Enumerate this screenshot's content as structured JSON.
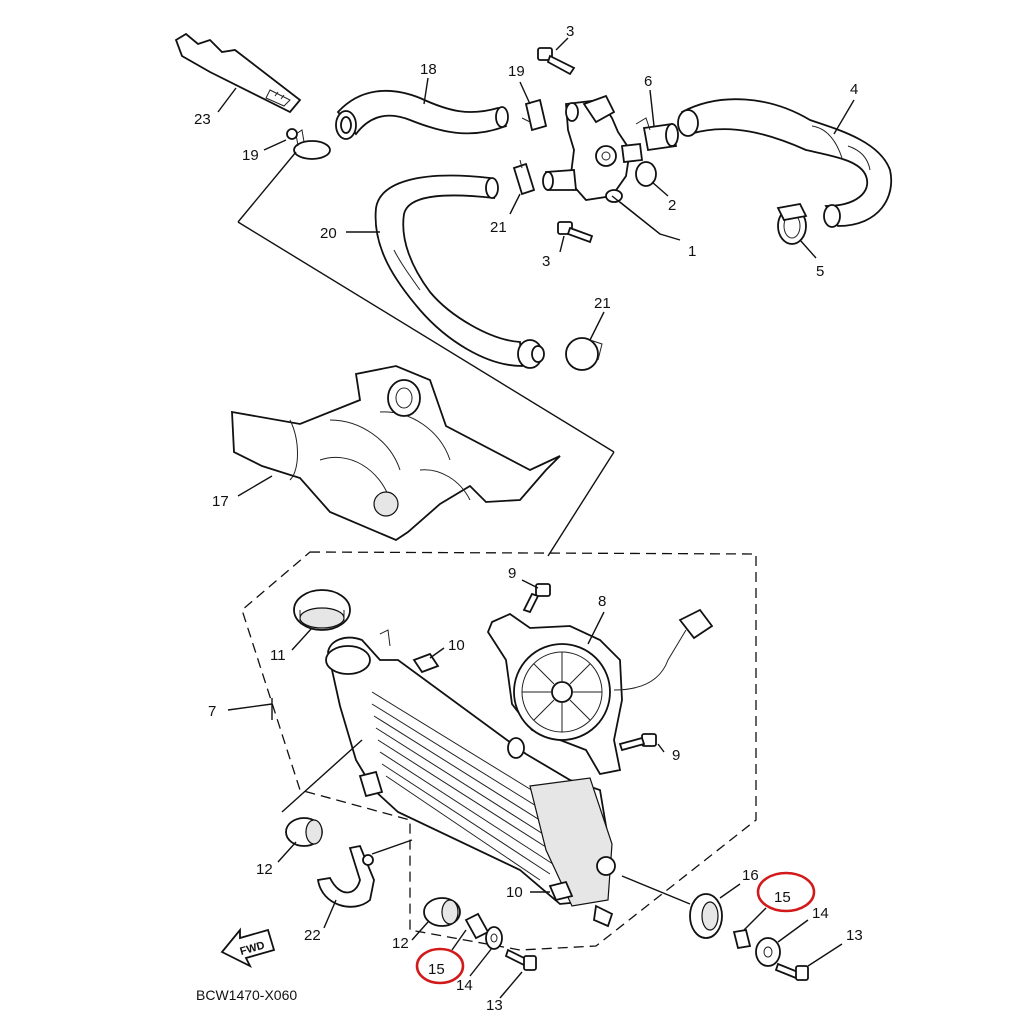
{
  "diagram": {
    "code": "BCW1470-X060",
    "fwd_label": "FWD",
    "highlight_color": "#d21a1a",
    "parts": [
      {
        "id": "p23",
        "label": "23"
      },
      {
        "id": "p18",
        "label": "18"
      },
      {
        "id": "p19a",
        "label": "19"
      },
      {
        "id": "p19b",
        "label": "19"
      },
      {
        "id": "p3a",
        "label": "3"
      },
      {
        "id": "p3b",
        "label": "3"
      },
      {
        "id": "p6",
        "label": "6"
      },
      {
        "id": "p4",
        "label": "4"
      },
      {
        "id": "p2",
        "label": "2"
      },
      {
        "id": "p1",
        "label": "1"
      },
      {
        "id": "p5",
        "label": "5"
      },
      {
        "id": "p20",
        "label": "20"
      },
      {
        "id": "p21a",
        "label": "21"
      },
      {
        "id": "p21b",
        "label": "21"
      },
      {
        "id": "p17",
        "label": "17"
      },
      {
        "id": "p9a",
        "label": "9"
      },
      {
        "id": "p9b",
        "label": "9"
      },
      {
        "id": "p8",
        "label": "8"
      },
      {
        "id": "p10a",
        "label": "10"
      },
      {
        "id": "p10b",
        "label": "10"
      },
      {
        "id": "p11",
        "label": "11"
      },
      {
        "id": "p7",
        "label": "7"
      },
      {
        "id": "p12a",
        "label": "12"
      },
      {
        "id": "p12b",
        "label": "12"
      },
      {
        "id": "p22",
        "label": "22"
      },
      {
        "id": "p16",
        "label": "16"
      },
      {
        "id": "p15a",
        "label": "15"
      },
      {
        "id": "p15b",
        "label": "15"
      },
      {
        "id": "p14a",
        "label": "14"
      },
      {
        "id": "p14b",
        "label": "14"
      },
      {
        "id": "p13a",
        "label": "13"
      },
      {
        "id": "p13b",
        "label": "13"
      }
    ]
  }
}
